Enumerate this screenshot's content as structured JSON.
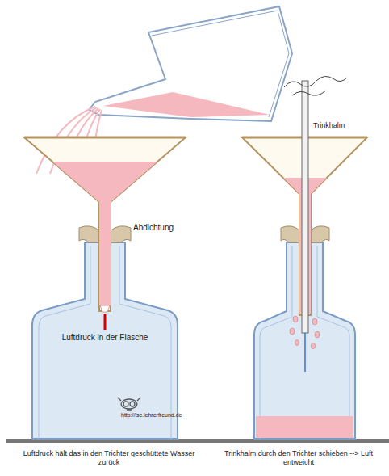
{
  "diagram": {
    "labels": [
      "Abdichtung",
      "Luftdruck in der Flasche",
      "http://lsc.lehrerfreund.de",
      "Trinkhalm",
      "Luftdruck hält das in den Trichter geschüttete Wasser zurück",
      "Trinkhalm durch den Trichter schieben --> Luft entweicht"
    ]
  }
}
